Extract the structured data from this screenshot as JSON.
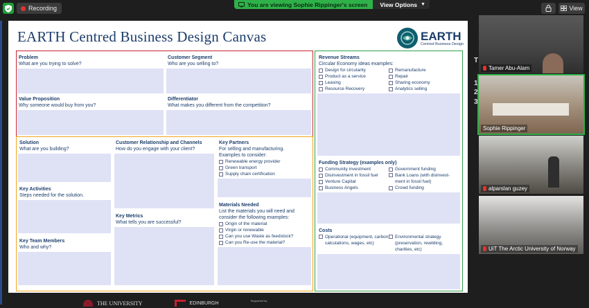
{
  "toolbar": {
    "recording_label": "Recording",
    "share_message": "You are viewing Sophie Rippinger's screen",
    "view_options_label": "View Options",
    "view_label": "View"
  },
  "slide": {
    "title": "EARTH Centred Business Design Canvas",
    "logo_big": "EARTH",
    "logo_small": "Centred Business Design",
    "problem": {
      "title": "Problem",
      "subtitle": "What are you trying to solve?"
    },
    "customer_segment": {
      "title": "Customer Segment",
      "subtitle": "Who are you selling to?"
    },
    "value_proposition": {
      "title": "Value Proposition",
      "subtitle": "Why someone would buy from you?"
    },
    "differentiator": {
      "title": "Differentiator",
      "subtitle": "What makes you different from the competition?"
    },
    "solution": {
      "title": "Solution",
      "subtitle": "What are you building?"
    },
    "key_activities": {
      "title": "Key Activities",
      "subtitle": "Steps needed for the solution."
    },
    "key_team": {
      "title": "Key Team Members",
      "subtitle": "Who and why?"
    },
    "customer_relationship": {
      "title": "Customer Relationship and Channels",
      "subtitle": "How do you engage with your client?"
    },
    "key_metrics": {
      "title": "Key Metrics",
      "subtitle": "What tells you are successful?"
    },
    "key_partners": {
      "title": "Key Partners",
      "subtitle": "For selling and manufacturing.",
      "examples_label": "Examples to consider:",
      "items": [
        "Renewable energy provider",
        "Green transport",
        "Supply chain certification"
      ]
    },
    "materials_needed": {
      "title": "Materials Needed",
      "subtitle": "List the materials you will need and consider the following examples:",
      "items": [
        "Origin of the material",
        "Virgin or renewable",
        "Can you use Waste as feedstock?",
        "Can you Re-use the material?"
      ]
    },
    "revenue_streams": {
      "title": "Revenue Streams",
      "subtitle": "Circular Economy ideas examples:",
      "left_items": [
        "Design for circularity",
        "Product as a service",
        "Leasing",
        "Resource Recovery"
      ],
      "right_items": [
        "Remanufacture",
        "Repair",
        "Sharing economy",
        "Analytics selling"
      ]
    },
    "funding_strategy": {
      "title": "Funding Strategy (examples only)",
      "left_items": [
        "Community investment",
        "Disinvestment in fossil fuel",
        "Venture Capital",
        "Business Angels"
      ],
      "right_items": [
        "Government funding",
        "Bank Loans (with disinvest-ment in fossil fuel)",
        "Crowd funding"
      ]
    },
    "costs": {
      "title": "Costs",
      "left_items": [
        "Operational (equipment, carbon calculations, wages, etc)"
      ],
      "right_items": [
        "Environmental strategy (preservation, rewilding, charities, etc)"
      ]
    },
    "footer_text": "THE UNIVERSITY",
    "footer_text2": "EDINBURGH",
    "footer_text3": "Supported by"
  },
  "side_fragments": [
    "T",
    "1",
    "2",
    "3"
  ],
  "participants": [
    {
      "name": "Tamer Abu-Alam"
    },
    {
      "name": "Sophie Rippinger"
    },
    {
      "name": "alparslan guzey"
    },
    {
      "name": "UiT The Arctic University of Norway"
    }
  ],
  "colors": {
    "frame_red": "#c8202f",
    "frame_orange": "#f2a51a",
    "frame_green": "#2f9e49",
    "cell_fill": "#dfe1f5",
    "text_navy": "#1b3d6b",
    "active_speaker": "#2fb14a"
  }
}
